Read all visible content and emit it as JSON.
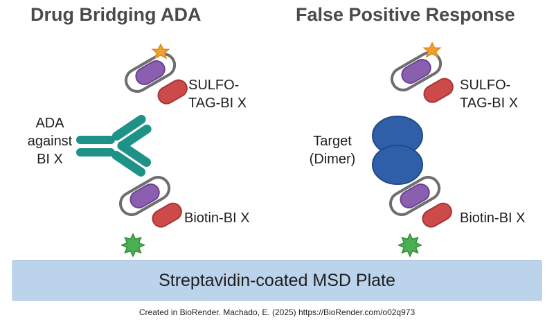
{
  "titles": {
    "left": "Drug Bridging ADA",
    "right": "False Positive Response"
  },
  "left_panel": {
    "sulfo_tag": [
      "SULFO-",
      "TAG-BI X"
    ],
    "ada": [
      "ADA",
      "against",
      "BI X"
    ],
    "biotin": "Biotin-BI X"
  },
  "right_panel": {
    "sulfo_tag": [
      "SULFO-",
      "TAG-BI X"
    ],
    "target": [
      "Target",
      "(Dimer)"
    ],
    "biotin": "Biotin-BI X"
  },
  "plate": {
    "label": "Streptavidin-coated MSD Plate"
  },
  "credit": "Created in BioRender. Machado, E. (2025) https://BioRender.com/o02q973",
  "colors": {
    "title": "#4a4a4a",
    "purple": "#8b5fb0",
    "red": "#cc4a4a",
    "teal": "#1e9287",
    "orange_star": "#f0a030",
    "green_star": "#4caf50",
    "dimer": "#2f5fa8",
    "plate": "#bcd3ec"
  },
  "icons": {
    "sulfo_tag_label": "orange-star-icon",
    "biotin_label": "green-star-icon"
  }
}
